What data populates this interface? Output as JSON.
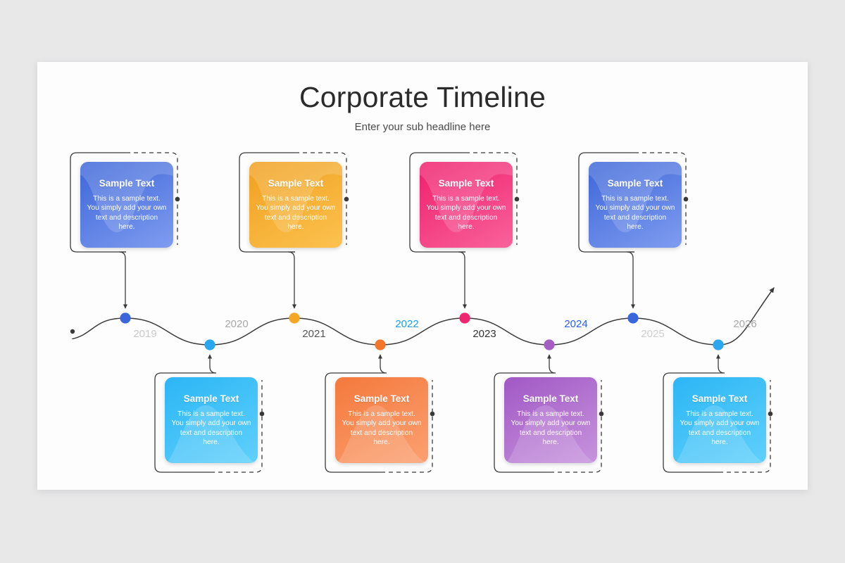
{
  "slide": {
    "title": "Corporate Timeline",
    "subtitle": "Enter your sub headline here",
    "background_color": "#e8e8e9",
    "panel_color": "#fdfdfd"
  },
  "timeline": {
    "line_color": "#3a3a3a",
    "start_marker": "start-dot",
    "end_marker": "arrow-head",
    "milestones": [
      {
        "year": "2019",
        "year_color": "#c9c9c9",
        "position": "below",
        "dot_color": "#3b66db",
        "card_side": "top",
        "card_index": 0
      },
      {
        "year": "2020",
        "year_color": "#a8a8a8",
        "position": "above",
        "dot_color": "#29a8ef",
        "card_side": "bottom",
        "card_index": 0
      },
      {
        "year": "2021",
        "year_color": "#555555",
        "position": "below",
        "dot_color": "#f5a623",
        "card_side": "top",
        "card_index": 1
      },
      {
        "year": "2022",
        "year_color": "#1a9fe0",
        "position": "above",
        "dot_color": "#f4762a",
        "card_side": "bottom",
        "card_index": 1
      },
      {
        "year": "2023",
        "year_color": "#333333",
        "position": "below",
        "dot_color": "#f0256f",
        "card_side": "top",
        "card_index": 2
      },
      {
        "year": "2024",
        "year_color": "#2b5fe8",
        "position": "above",
        "dot_color": "#a55fc4",
        "card_side": "bottom",
        "card_index": 2
      },
      {
        "year": "2025",
        "year_color": "#cfcfcf",
        "position": "below",
        "dot_color": "#3b66db",
        "card_side": "top",
        "card_index": 3
      },
      {
        "year": "2026",
        "year_color": "#a8a8a8",
        "position": "above",
        "dot_color": "#29a8ef",
        "card_side": "bottom",
        "card_index": 3
      }
    ]
  },
  "cards_top": [
    {
      "title": "Sample Text",
      "body": "This is a sample text. You simply add your own text and description here.",
      "color_from": "#3d66d8",
      "color_to": "#7f9cf0"
    },
    {
      "title": "Sample Text",
      "body": "This is a sample text. You simply add your own text and description here.",
      "color_from": "#f0a01f",
      "color_to": "#fcc24f"
    },
    {
      "title": "Sample Text",
      "body": "This is a sample text. You simply add your own text and description here.",
      "color_from": "#ef1f6c",
      "color_to": "#f9629b"
    },
    {
      "title": "Sample Text",
      "body": "This is a sample text. You simply add your own text and description here.",
      "color_from": "#3d66d8",
      "color_to": "#7f9cf0"
    }
  ],
  "cards_bottom": [
    {
      "title": "Sample Text",
      "body": "This is a sample text. You simply add your own text and description here.",
      "color_from": "#2cb6f5",
      "color_to": "#5fd0fb"
    },
    {
      "title": "Sample Text",
      "body": "This is a sample text. You simply add your own text and description here.",
      "color_from": "#f4793c",
      "color_to": "#fba071"
    },
    {
      "title": "Sample Text",
      "body": "This is a sample text. You simply add your own text and description here.",
      "color_from": "#a158c5",
      "color_to": "#c794dd"
    },
    {
      "title": "Sample Text",
      "body": "This is a sample text. You simply add your own text and description here.",
      "color_from": "#2cb6f5",
      "color_to": "#5fd0fb"
    }
  ]
}
